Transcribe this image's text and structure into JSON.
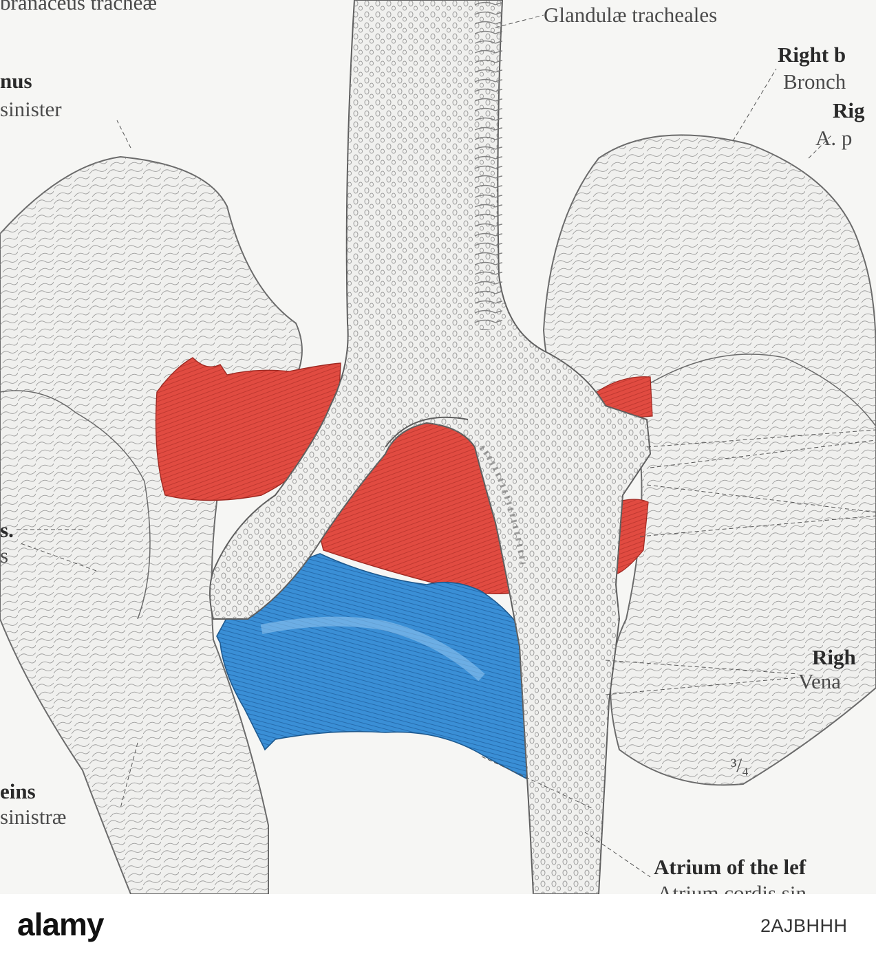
{
  "figure": {
    "labels": {
      "top_left": "branaceus tracheæ",
      "glandulae": "Glandulæ tracheales",
      "right_bronchus_en": "Right b",
      "right_bronchus_la": "Bronch",
      "right_artery_en": "Rig",
      "right_artery_la": "A. p",
      "left_bronchus_en": "nus",
      "left_bronchus_la": "sinister",
      "left_mid_en": "s.",
      "left_mid_la": "s",
      "left_veins_en": "eins",
      "left_veins_la": "sinistræ",
      "right_vein_en": "Righ",
      "right_vein_la": "Vena",
      "scale": "³/₄",
      "atrium_en": "Atrium of the lef",
      "atrium_la": "Atrium cordis sin"
    },
    "colors": {
      "artery": "#e04a40",
      "vein": "#3b8fd4",
      "tissue": "#f0f0ee",
      "line": "#6a6a6a"
    }
  },
  "footer": {
    "logo_text": "alamy",
    "image_id": "2AJBHHH"
  }
}
